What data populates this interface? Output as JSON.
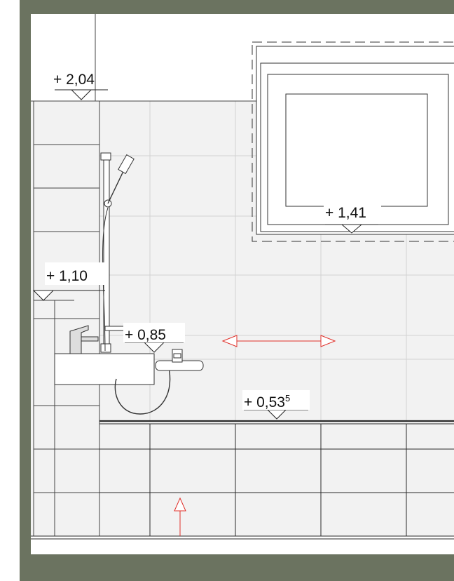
{
  "drawing": {
    "elevations": [
      {
        "id": "ceiling",
        "text": "+ 2,04"
      },
      {
        "id": "window_sill",
        "text": "+ 1,41"
      },
      {
        "id": "side_wall",
        "text": "+ 1,10"
      },
      {
        "id": "basin",
        "text": "+ 0,85"
      },
      {
        "id": "bathtub_rim",
        "text": "+ 0,53",
        "superscript": "5"
      }
    ],
    "colors": {
      "wall": "#6b7360",
      "tile_fill": "#f2f2f2",
      "tile_grid": "#cfcfcf",
      "line": "#2a2a2a",
      "dimension_arrow": "#e0302a"
    }
  }
}
